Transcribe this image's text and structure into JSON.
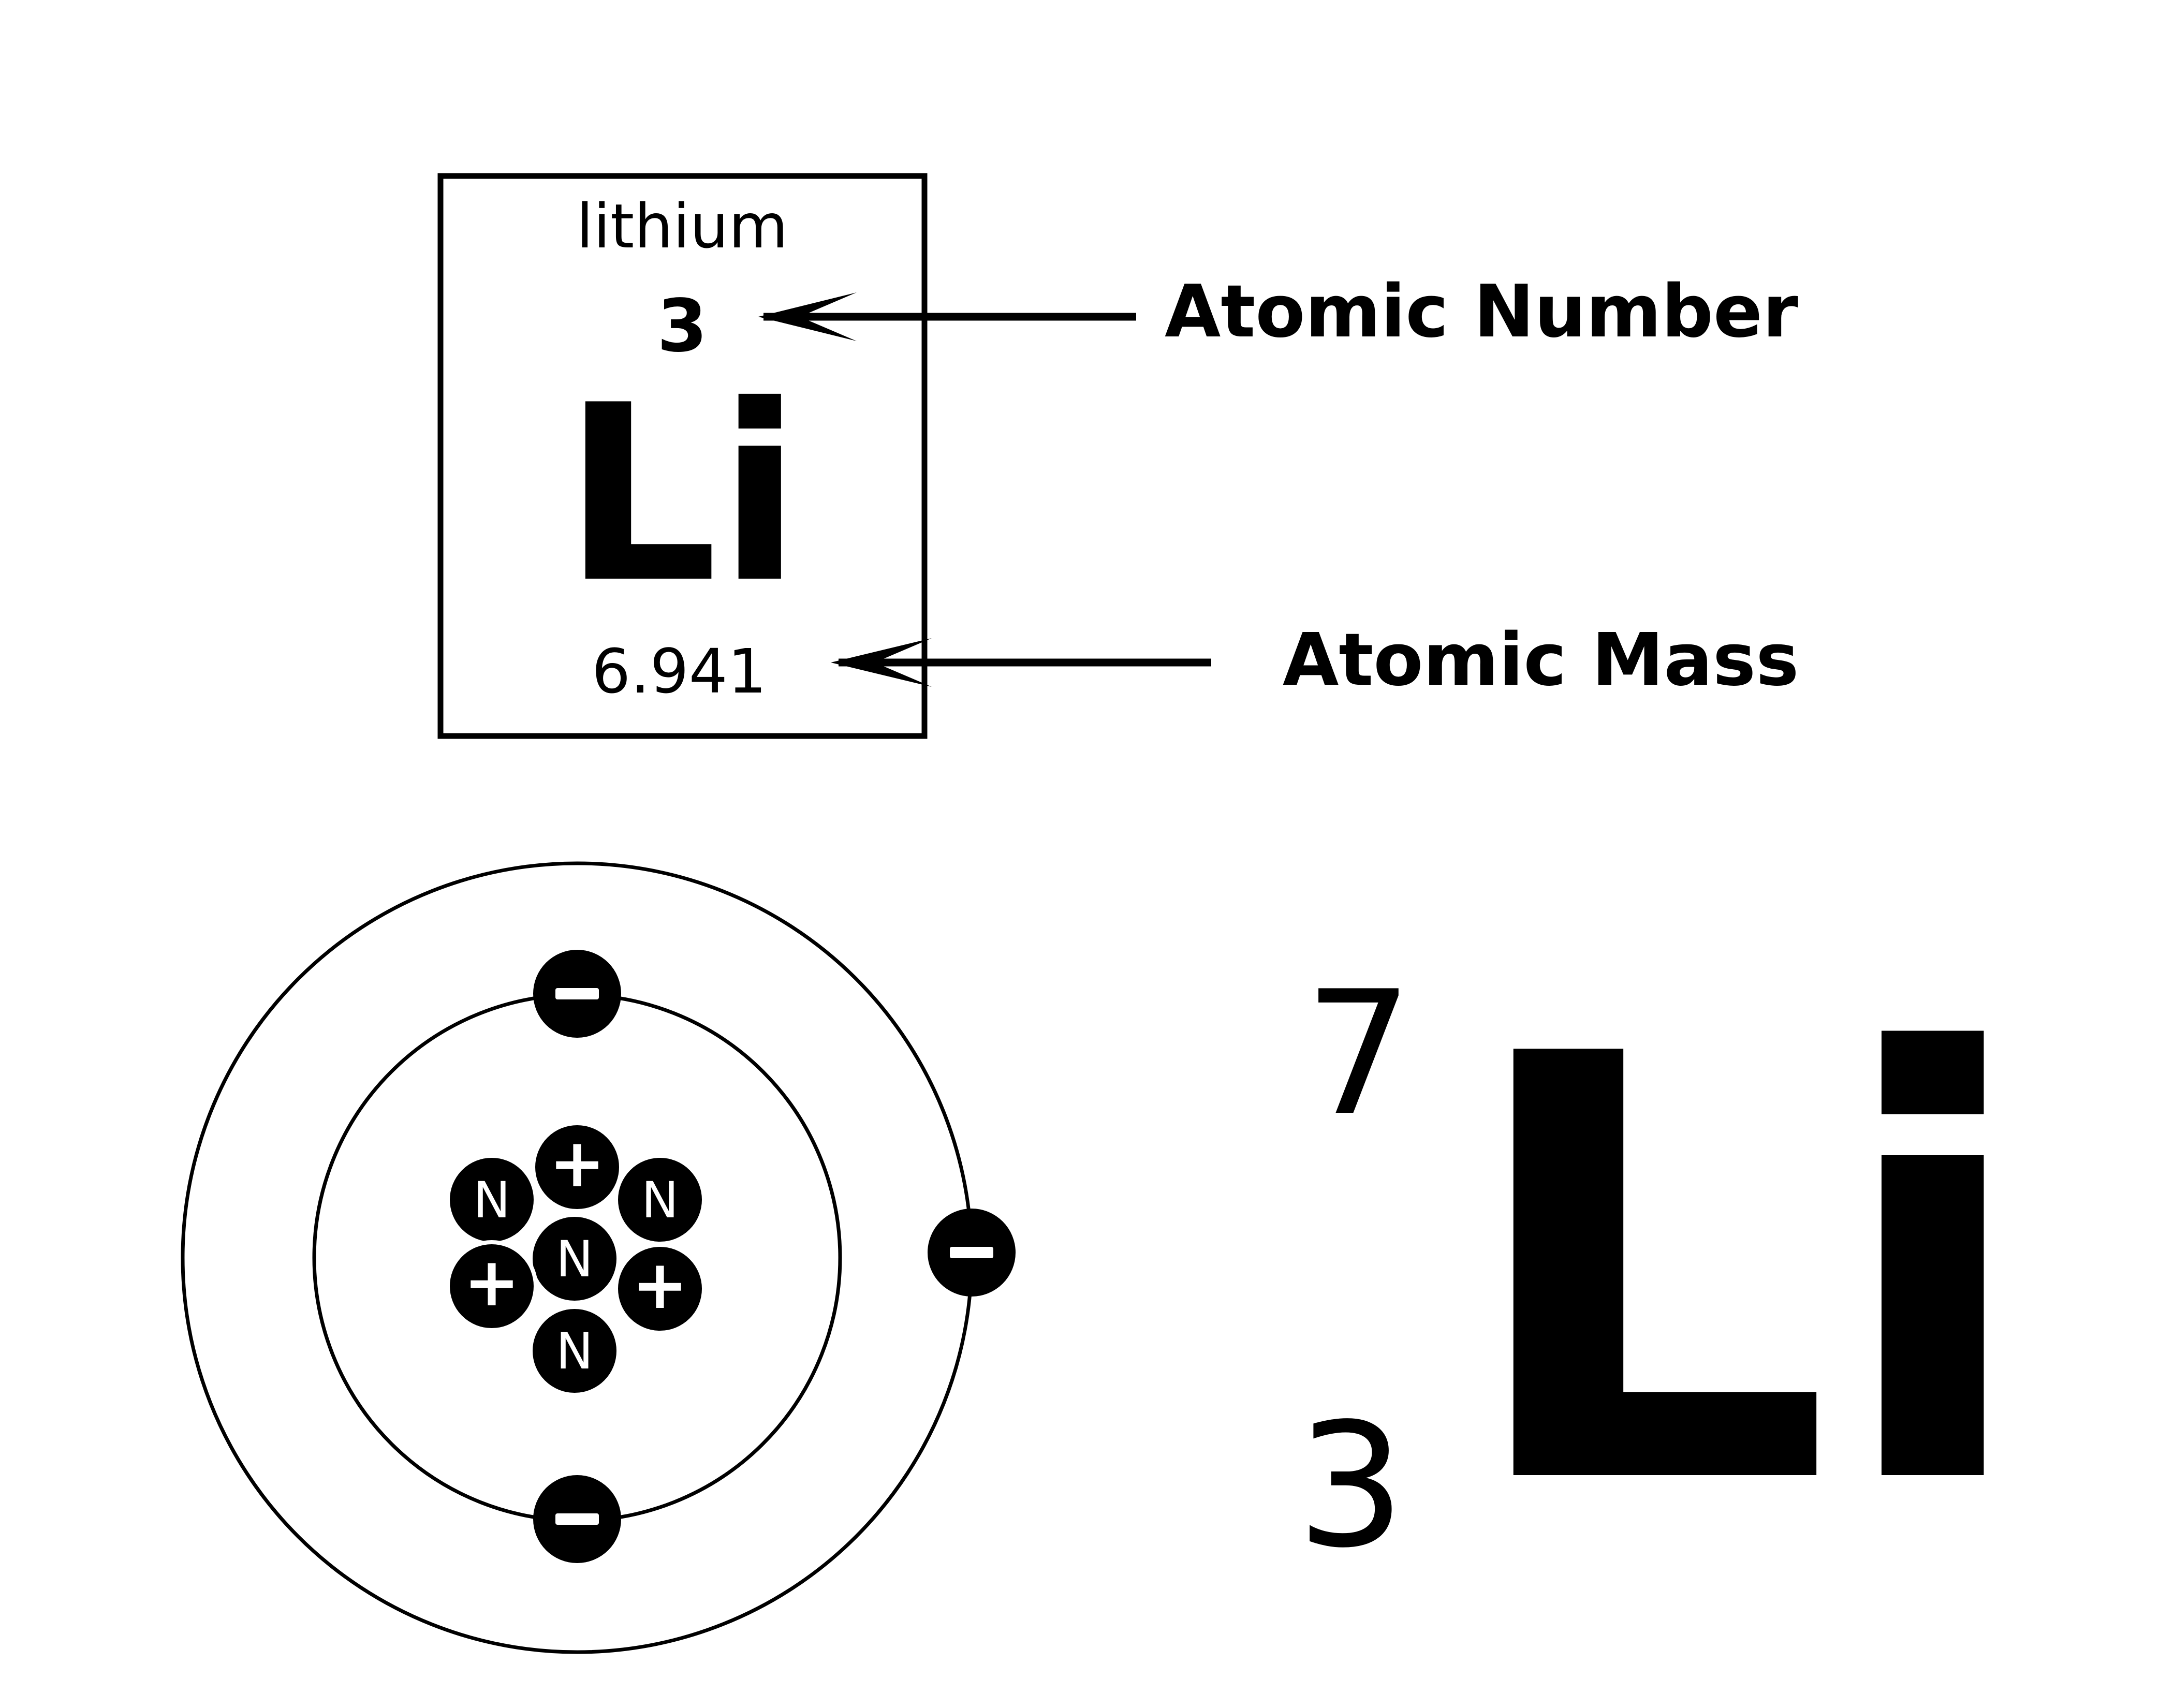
{
  "element_card": {
    "name": "lithium",
    "atomic_number": "3",
    "symbol": "Li",
    "atomic_mass": "6.941"
  },
  "callouts": {
    "atomic_number_label": "Atomic Number",
    "atomic_mass_label": "Atomic Mass"
  },
  "atom_model": {
    "electron_sign": "−",
    "proton_sign": "+",
    "neutron_letter": "N",
    "particles": [
      "neutron",
      "proton",
      "neutron",
      "neutron",
      "proton",
      "proton",
      "neutron"
    ],
    "inner_shell_electrons": 2,
    "outer_shell_electrons": 1
  },
  "isotope_notation": {
    "mass_number": "7",
    "atomic_number": "3",
    "symbol": "Li"
  },
  "colors": {
    "ink": "#000000",
    "background": "#ffffff",
    "particle_text": "#ffffff"
  }
}
